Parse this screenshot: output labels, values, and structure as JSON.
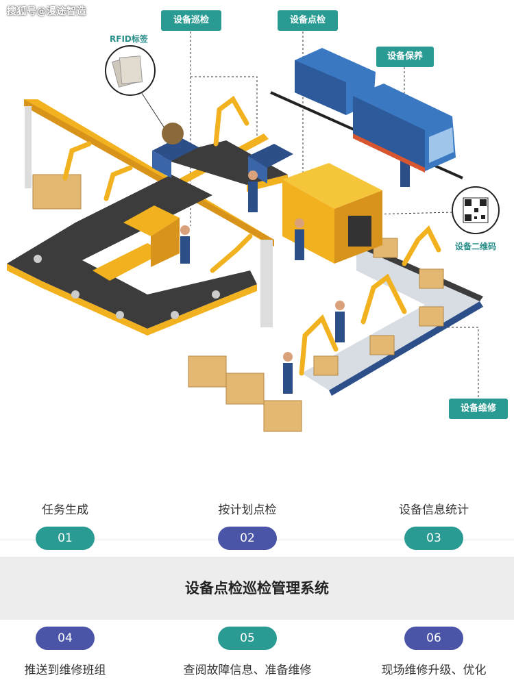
{
  "watermark": "搜狐号@漫途智造",
  "callouts": {
    "inspection_patrol": "设备巡检",
    "spot_check": "设备点检",
    "maintenance": "设备保养",
    "repair": "设备维修"
  },
  "labels": {
    "rfid": "RFID标签",
    "qr": "设备二维码"
  },
  "steps_top": [
    {
      "label": "任务生成",
      "num": "01"
    },
    {
      "label": "按计划点检",
      "num": "02"
    },
    {
      "label": "设备信息统计",
      "num": "03"
    }
  ],
  "system_title": "设备点检巡检管理系统",
  "steps_bottom": [
    {
      "label": "推送到维修班组",
      "num": "04"
    },
    {
      "label": "查阅故障信息、准备维修",
      "num": "05"
    },
    {
      "label": "现场维修升级、优化",
      "num": "06"
    }
  ],
  "colors": {
    "accent_teal": "#2a9b93",
    "accent_indigo": "#4a55a8",
    "machine_yellow": "#f2b11e",
    "conveyor_dark": "#3c3c3c",
    "worker_blue": "#2c4f8a",
    "train_blue": "#3a78c2"
  }
}
